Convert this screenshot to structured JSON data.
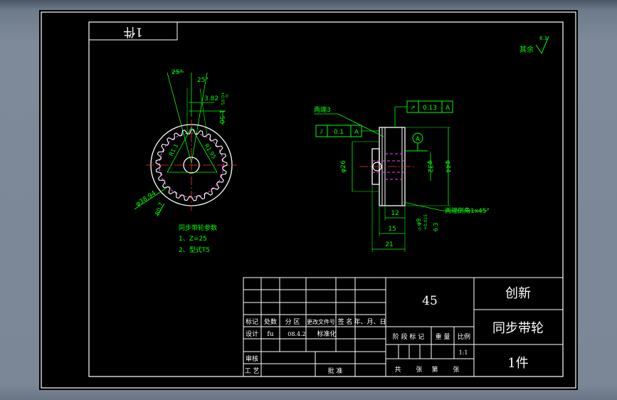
{
  "colors": {
    "background": "#000000",
    "frame": "#ffffff",
    "dimension": "#00ff00",
    "centerline": "#ff3030",
    "hidden": "#ff40ff",
    "leader": "#ff3030",
    "profile": "#ffffff"
  },
  "stamp_rotated": "1件",
  "roughness_note": {
    "label": "其余",
    "value": "6.3"
  },
  "front_view": {
    "angle_left": "25°",
    "angle_right": "25°",
    "tooth_width": "3.82",
    "tooth_tol_upper": "+0.05",
    "tooth_tol_lower": "0",
    "tooth_height": "1.50",
    "chord_left": "R1.1",
    "chord_right": "R1.95",
    "outer_diameter": "φ38.94",
    "tip_radius": "R0.7"
  },
  "tech_requirements": {
    "title": "同步带轮参数",
    "item1": "1、Z=25",
    "item2": "2、型式T5"
  },
  "side_view": {
    "both_ends": "两端3",
    "flat_tol_left_symbol": "⫽",
    "flat_tol_left": "0.1",
    "datum_left": "A",
    "flat_tol_top_symbol": "↗",
    "flat_tol_top": "0.13",
    "datum_top": "A",
    "datum_marker": "A",
    "dia_left": "φ26",
    "dia_bore": "φ32",
    "dia_right": "φ44",
    "chamfer_note": "两端倒角1x45°",
    "bore_dia": "φ9",
    "bore_tol": "+0.015",
    "bore_tol_lower": "0",
    "roughness_left": "6.3",
    "dim_12": "12",
    "dim_15": "15",
    "dim_21": "21"
  },
  "title_block": {
    "material": "45",
    "company": "创新",
    "part_name": "同步带轮",
    "quantity": "1件",
    "scale": "1:1",
    "headers": [
      "标记",
      "处数",
      "分 区",
      "更改文件号",
      "签 名",
      "年、月、日"
    ],
    "row_design": [
      "设计",
      "fu",
      "08.4.2",
      "标准化"
    ],
    "stage_headers": [
      "阶 段 标 记",
      "重 量",
      "比例"
    ],
    "row_check": "审核",
    "row_process": "工 艺",
    "row_approve": "批 准",
    "sheet_note": [
      "共",
      "张",
      "第",
      "张"
    ]
  }
}
